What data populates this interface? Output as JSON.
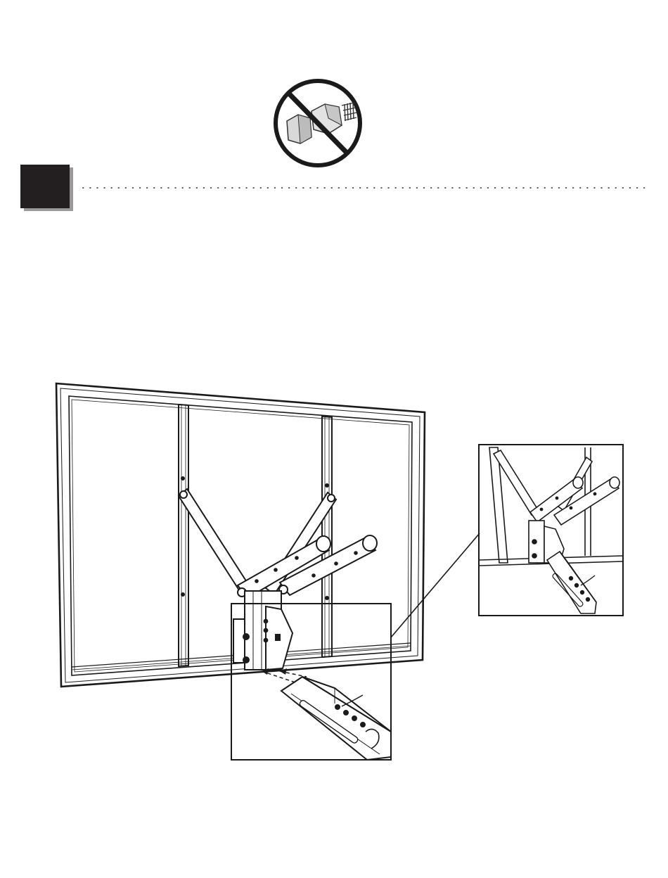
{
  "page": {
    "step_badge": {
      "number": ""
    },
    "warning_icon": {
      "name": "no-bolt-nut-icon"
    },
    "illustration": {
      "subject": "backboard-bracket-assembly",
      "detail_views": [
        "mount-bracket-insert-detail",
        "mount-bracket-installed-detail"
      ]
    },
    "colors": {
      "ink": "#1a1a1a",
      "badge": "#231f20",
      "badge_shadow": "#9a9a9a",
      "dots": "#555555"
    }
  }
}
